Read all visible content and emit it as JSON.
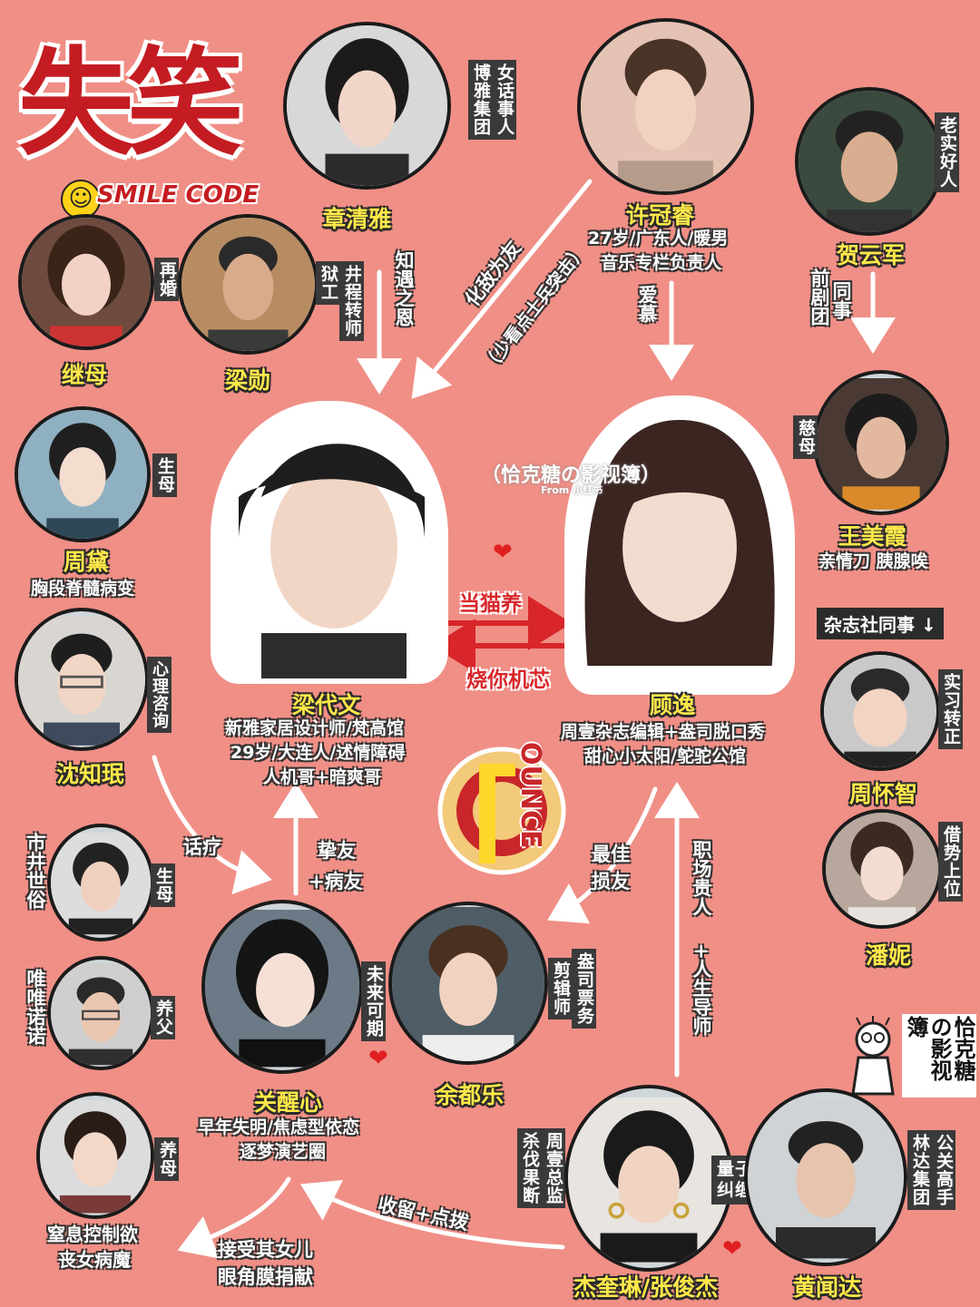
{
  "logo": {
    "title": "失笑",
    "subtitle": "SMILE CODE"
  },
  "watermark": {
    "main": "（恰克糖の影视簿）",
    "small": "From 小红书"
  },
  "brand_tag": "恰克糖の影视簿",
  "section_label": "杂志社同事 ↓",
  "stamp_text": "OUNCE",
  "colors": {
    "background": "#f08f86",
    "name": "#ffe84a",
    "arrow": "#ffffff",
    "title": "#c41c22"
  },
  "characters": {
    "zhangqingya": {
      "name": "章清雅",
      "tag": "博雅集团",
      "tag2": "女话事人"
    },
    "xuguanrui": {
      "name": "许冠睿",
      "info1": "27岁/广东人/暖男",
      "info2": "音乐专栏负责人"
    },
    "heyunjun": {
      "name": "贺云军",
      "tag": "老实好人"
    },
    "jimu": {
      "name": "继母",
      "tag": "再婚"
    },
    "liangxun": {
      "name": "梁勋",
      "tag": "狱工",
      "tag2": "井程转师"
    },
    "zhoudai": {
      "name": "周黛",
      "tag": "生母",
      "info": "胸段脊髓病变"
    },
    "wangmeixia": {
      "name": "王美霞",
      "tag": "慈母",
      "info": "亲情刀 胰腺唉"
    },
    "shenzhiyin": {
      "name": "沈知珉",
      "tag": "心理咨询"
    },
    "liangdaiwen": {
      "name": "梁代文",
      "info1": "新雅家居设计师/梵高馆",
      "info2": "29岁/大连人/述情障碍",
      "info3": "人机哥+暗爽哥"
    },
    "guyi": {
      "name": "顾逸",
      "info1": "周壹杂志编辑+盎司脱口秀",
      "info2": "甜心小太阳/鸵驼公馆"
    },
    "zhouhuaizhi": {
      "name": "周怀智",
      "tag": "实习转正"
    },
    "panni": {
      "name": "潘妮",
      "tag": "借势上位"
    },
    "shengmu2": {
      "tag": "生母",
      "side": "市井世俗"
    },
    "yangfu": {
      "tag": "养父",
      "side": "唯唯诺诺"
    },
    "yangmu": {
      "tag": "养母",
      "info1": "窒息控制欲",
      "info2": "丧女病魔"
    },
    "guanxingxin": {
      "name": "关醒心",
      "tag": "未来可期",
      "info1": "早年失明/焦虑型依恋",
      "info2": "逐梦演艺圈"
    },
    "yudule": {
      "name": "余都乐",
      "tag": "剪辑师",
      "tag2": "盎司票务"
    },
    "jiekuilin": {
      "name": "杰奎琳/张俊杰",
      "tag": "周壹总监",
      "tag2": "杀伐果断",
      "tag3": "量子纠缠"
    },
    "huangwenda": {
      "name": "黄闻达",
      "tag": "林达集团",
      "tag2": "公关高手"
    }
  },
  "relations": {
    "zhiyu": "知遇之恩",
    "huadi": "化敌为友",
    "huadi_sub": "（少看点士兵突击）",
    "aimu": "爱慕",
    "tongshi": "同事",
    "qianjutuan": "前剧团",
    "dangmao": "当猫养",
    "shaoni": "烧你机芯",
    "zhiyou": "挚友",
    "bingyou": "+病友",
    "huazhen": "话疗",
    "zuijia": "最佳",
    "sunyou": "损友",
    "zhichang": "职场贵人",
    "rensheng": "+人生导师",
    "shouliu": "收留+点拨",
    "jieshou": "接受其女儿",
    "yanjiao": "眼角膜捐献"
  }
}
